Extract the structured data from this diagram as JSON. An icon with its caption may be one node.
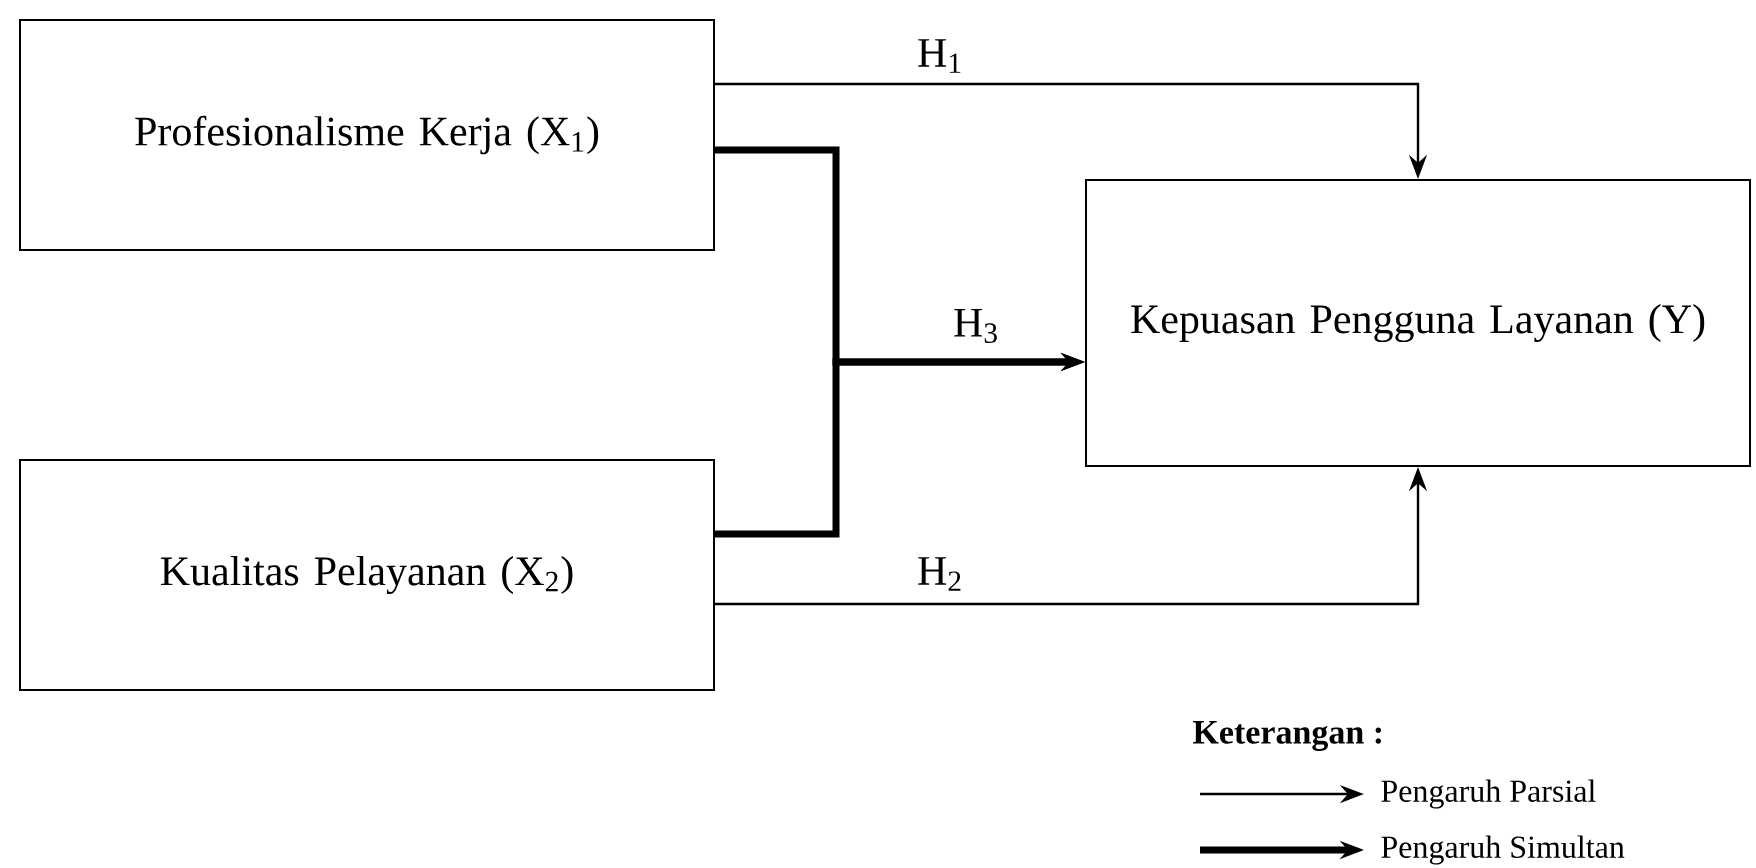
{
  "diagram": {
    "nodes": [
      {
        "text": [
          "Profesionalisme Kerja (X$_{1}$)"
        ]
      },
      {
        "text": [
          "Kualitas Pelayanan (X$_{2}$)"
        ]
      },
      {
        "text": [
          "Kepuasan Pengguna Layanan (Y)"
        ]
      }
    ],
    "edges": [
      {
        "from": 0,
        "to": 2,
        "arrow": "to",
        "label": "H$_{1}$"
      },
      {
        "from": 1,
        "to": 2,
        "arrow": "to",
        "label": "H$_{2}$"
      },
      {
        "from": 0,
        "to": 2,
        "arrow": "to",
        "label": "H$_{3}$",
        "style": "thick"
      },
      {
        "from": 1,
        "to": 2,
        "arrow": "to",
        "style": "thick"
      }
    ],
    "labels": [
      "Keterangan :"
    ],
    "legend": [
      {
        "text": "Pengaruh Parsial"
      },
      {
        "text": "Pengaruh Simultan"
      }
    ]
  }
}
